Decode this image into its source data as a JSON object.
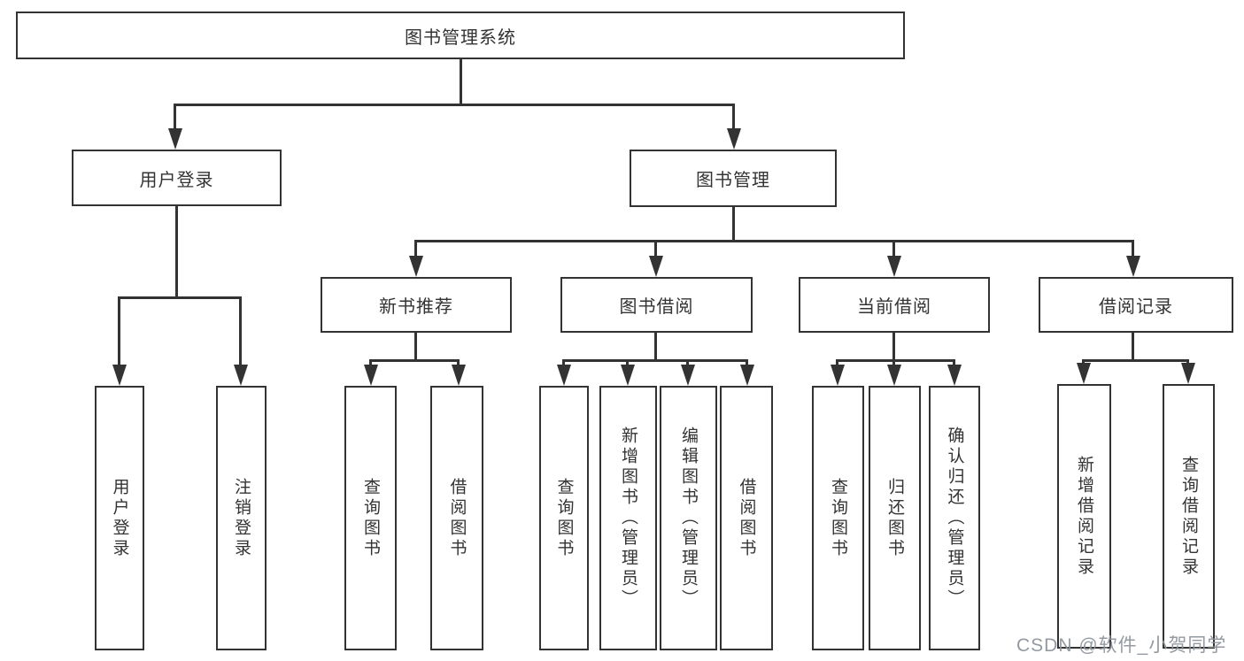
{
  "diagram": {
    "root": "图书管理系统",
    "branches": [
      {
        "label": "用户登录",
        "children": [
          "用户登录",
          "注销登录"
        ]
      },
      {
        "label": "图书管理",
        "children": [
          {
            "label": "新书推荐",
            "children": [
              "查询图书",
              "借阅图书"
            ]
          },
          {
            "label": "图书借阅",
            "children": [
              "查询图书",
              "新增图书（管理员）",
              "编辑图书（管理员）",
              "借阅图书"
            ]
          },
          {
            "label": "当前借阅",
            "children": [
              "查询图书",
              "归还图书",
              "确认归还（管理员）"
            ]
          },
          {
            "label": "借阅记录",
            "children": [
              "新增借阅记录",
              "查询借阅记录"
            ]
          }
        ]
      }
    ],
    "watermark": "CSDN @软件_小贺同学",
    "colors": {
      "line": "#333333",
      "text": "#333333",
      "background": "#ffffff",
      "watermark": "#8e959c"
    }
  }
}
